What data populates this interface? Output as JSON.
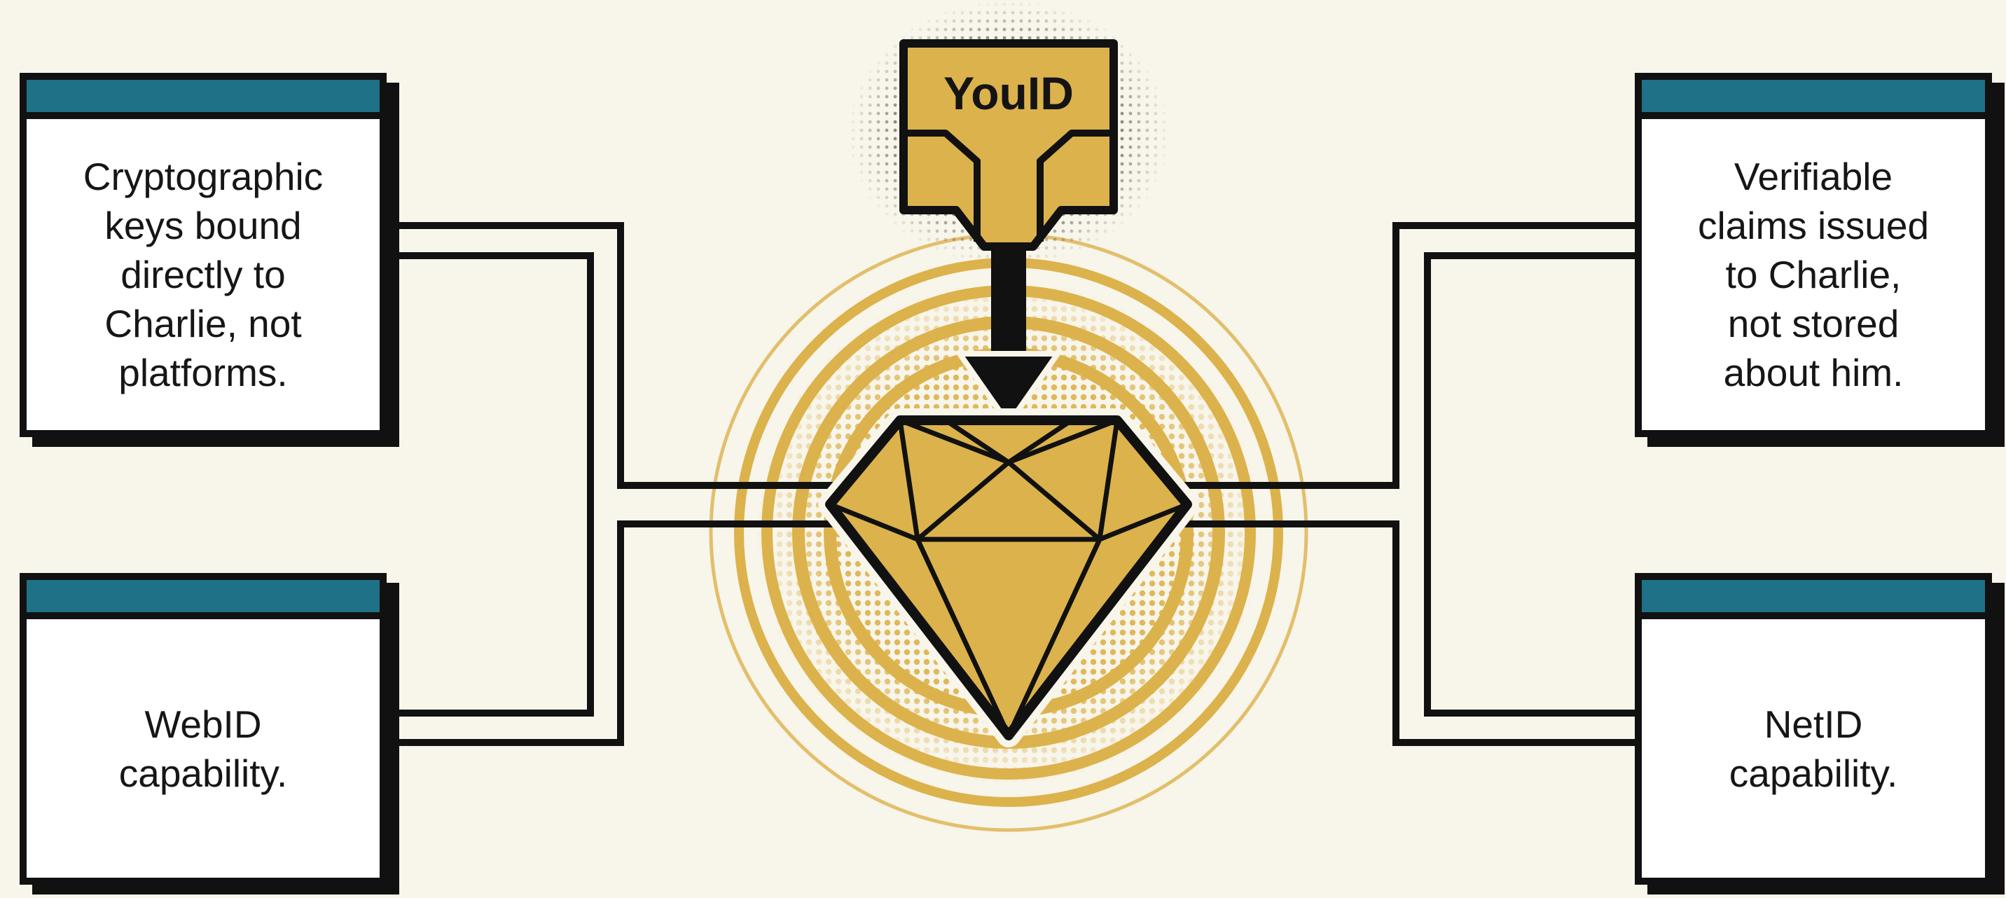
{
  "badge": {
    "label": "YouID"
  },
  "cards": {
    "top_left": "Cryptographic\nkeys bound\ndirectly to\nCharlie, not\nplatforms.",
    "bottom_left": "WebID\ncapability.",
    "top_right": "Verifiable\nclaims issued\nto Charlie,\nnot stored\nabout him.",
    "bottom_right": "NetID\ncapability."
  },
  "colors": {
    "background": "#f8f5ea",
    "gold": "#dcb24c",
    "card_header": "#1f7188",
    "outline": "#111111",
    "card_fill": "#ffffff"
  },
  "icons": [
    "diamond-icon",
    "badge-tag-icon",
    "arrow-down-icon"
  ]
}
